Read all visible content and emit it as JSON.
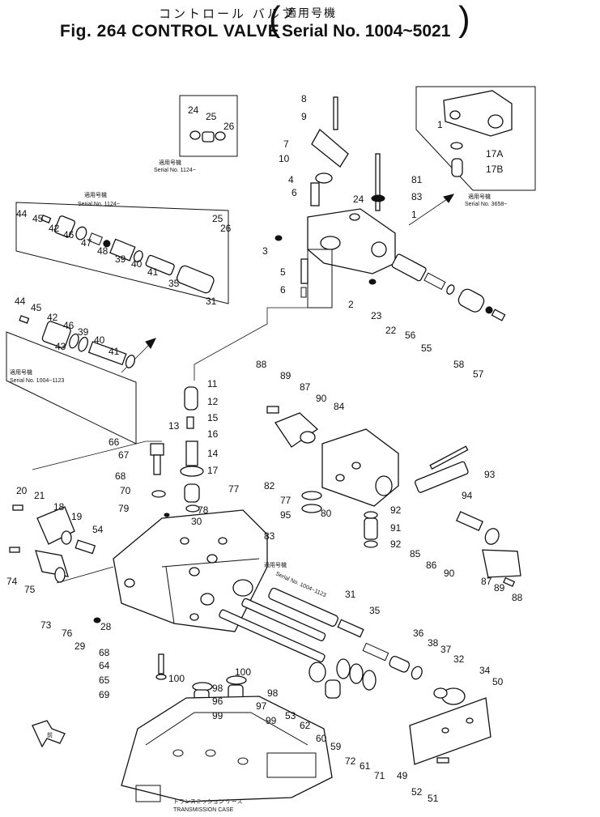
{
  "header": {
    "title_jp": "コントロール バルブ",
    "title_en": "Fig. 264  CONTROL VALVE",
    "serial_jp": "適用号機",
    "serial_en": "Serial No. 1004~5021",
    "paren_open": "(",
    "paren_close": ")"
  },
  "notes": {
    "inset_top_jp": "適用号機",
    "inset_top_en": "Serial No. 1124~",
    "inset_left_top_jp": "適用号機",
    "inset_left_top_en": "Serial No. 1124~",
    "inset_left_bottom_jp": "適用号機",
    "inset_left_bottom_en": "Serial No. 1004~1123",
    "inset_right_jp": "適用号機",
    "inset_right_en": "Serial No. 3658~",
    "lower_jp": "適用号機",
    "lower_en": "Serial No. 1004~1123",
    "case_jp": "トランスミッション ケース",
    "case_en": "TRANSMISSION CASE",
    "arrow_jp": "前"
  },
  "labels": [
    "8",
    "9",
    "7",
    "10",
    "4",
    "6",
    "24",
    "81",
    "83",
    "1",
    "3",
    "5",
    "6",
    "2",
    "23",
    "22",
    "56",
    "55",
    "58",
    "57",
    "24",
    "25",
    "26",
    "25",
    "26",
    "1",
    "17A",
    "17B",
    "44",
    "45",
    "42",
    "46",
    "47",
    "48",
    "39",
    "40",
    "41",
    "35",
    "31",
    "44",
    "45",
    "42",
    "46",
    "43",
    "39",
    "40",
    "41",
    "88",
    "89",
    "87",
    "90",
    "84",
    "11",
    "12",
    "13",
    "15",
    "16",
    "14",
    "17",
    "66",
    "67",
    "68",
    "70",
    "79",
    "77",
    "78",
    "82",
    "83",
    "30",
    "93",
    "94",
    "77",
    "95",
    "80",
    "92",
    "91",
    "92",
    "85",
    "86",
    "90",
    "87",
    "89",
    "88",
    "20",
    "21",
    "18",
    "19",
    "54",
    "74",
    "75",
    "73",
    "76",
    "28",
    "29",
    "31",
    "35",
    "36",
    "38",
    "37",
    "32",
    "34",
    "50",
    "68",
    "64",
    "65",
    "69",
    "100",
    "98",
    "100",
    "96",
    "97",
    "98",
    "99",
    "99",
    "53",
    "62",
    "60",
    "59",
    "72",
    "61",
    "71",
    "49",
    "52",
    "51"
  ]
}
